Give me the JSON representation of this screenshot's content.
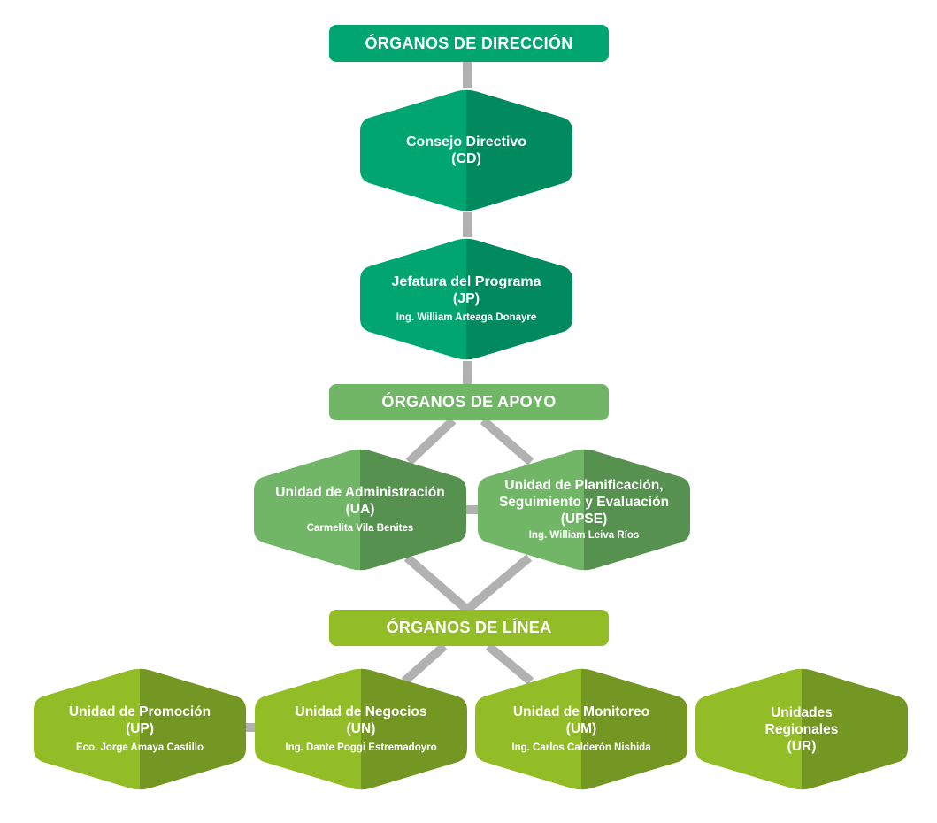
{
  "colors": {
    "connector": "#b1b1b1",
    "direccion": [
      "#00a56f",
      "#008a5d"
    ],
    "apoyo": [
      "#71b667",
      "#56914f"
    ],
    "linea": [
      "#92bd26",
      "#739722"
    ]
  },
  "headers": {
    "direccion": "ÓRGANOS DE DIRECCIÓN",
    "apoyo": "ÓRGANOS DE APOYO",
    "linea": "ÓRGANOS DE LÍNEA"
  },
  "nodes": {
    "cd": {
      "title": "Consejo Directivo",
      "abbr": "(CD)"
    },
    "jp": {
      "title": "Jefatura del Programa",
      "abbr": "(JP)",
      "person": "Ing. William Arteaga Donayre"
    },
    "ua": {
      "title": "Unidad de Administración",
      "abbr": "(UA)",
      "person": "Carmelita Vila Benites"
    },
    "upse": {
      "title_1": "Unidad de Planificación,",
      "title_2": "Seguimiento y Evaluación",
      "abbr": "(UPSE)",
      "person": "Ing. William Leiva Ríos"
    },
    "up": {
      "title": "Unidad de Promoción",
      "abbr": "(UP)",
      "person": "Eco. Jorge Amaya Castillo"
    },
    "un": {
      "title": "Unidad de Negocios",
      "abbr": "(UN)",
      "person": "Ing. Dante Poggi Estremadoyro"
    },
    "um": {
      "title": "Unidad de Monitoreo",
      "abbr": "(UM)",
      "person": "Ing. Carlos Calderón Nishida"
    },
    "ur": {
      "title_1": "Unidades",
      "title_2": "Regionales",
      "abbr": "(UR)"
    }
  }
}
